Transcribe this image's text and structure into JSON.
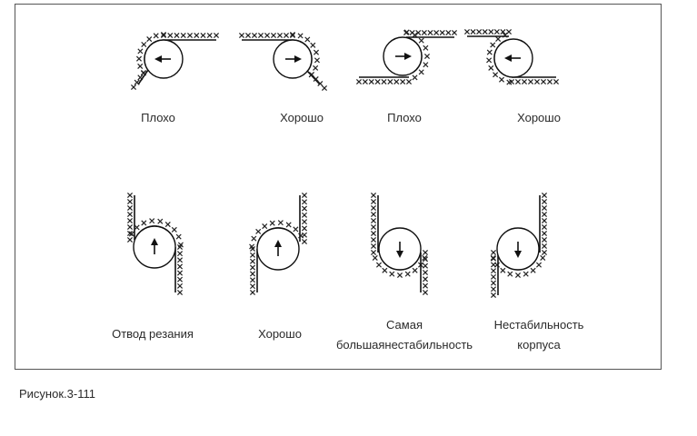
{
  "diagrams": [
    {
      "id": "d1",
      "label_lines": [
        "Плохо"
      ]
    },
    {
      "id": "d2",
      "label_lines": [
        "Хорошо"
      ]
    },
    {
      "id": "d3",
      "label_lines": [
        "Плохо"
      ]
    },
    {
      "id": "d4",
      "label_lines": [
        "Хорошо"
      ]
    },
    {
      "id": "d5",
      "label_lines": [
        "Отвод резания"
      ]
    },
    {
      "id": "d6",
      "label_lines": [
        "Хорошо"
      ]
    },
    {
      "id": "d7",
      "label_lines": [
        "Самая",
        "большаянестабильность"
      ]
    },
    {
      "id": "d8",
      "label_lines": [
        "Нестабильность",
        "корпуса"
      ]
    }
  ],
  "caption": "Рисунок.3-111",
  "colors": {
    "line": "#111111",
    "hatch": "#222222",
    "frame": "#555555",
    "background": "#ffffff"
  }
}
